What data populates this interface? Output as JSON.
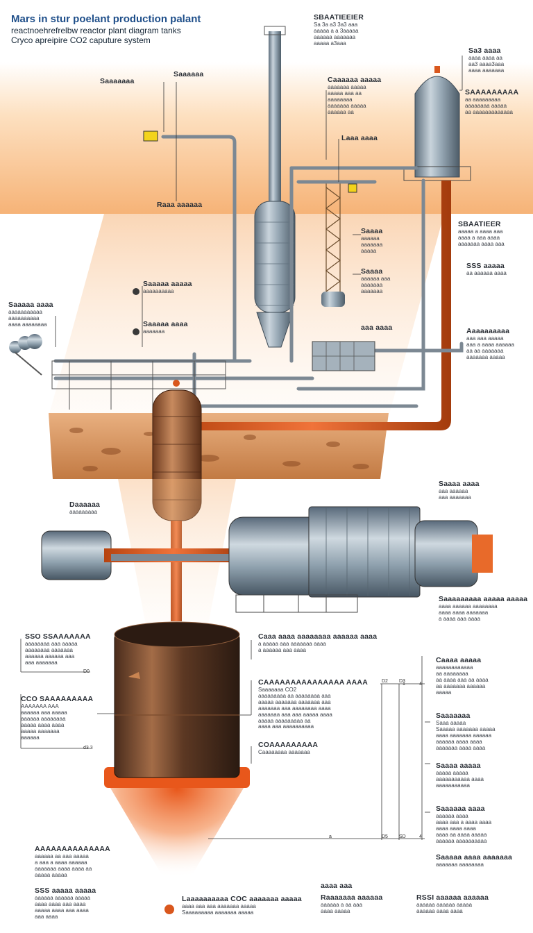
{
  "header": {
    "title": "Mars in stur poelant production palant",
    "subtitle": "reactnoehrefrelbw reactor plant diagram tanks",
    "subtitle2": "Cryco apreipire CO2 caputure system"
  },
  "labels": [
    {
      "id": "top-center",
      "heading": "SBAATIEEIER",
      "body": [
        "Sa 3a a3 3a3 aaa",
        "aaaaa a a 3aaaaa",
        "aaaaaa aaaaaaa",
        "aaaaa a3aaa"
      ]
    },
    {
      "id": "top-right",
      "heading": "Sa3 aaaa",
      "body": [
        "aaaa aaaa aa",
        "aa3 aaaa3aaa",
        "aaaa aaaaaaa"
      ]
    },
    {
      "id": "left-top",
      "heading": "Saaaaaaa",
      "body": []
    },
    {
      "id": "mid-top",
      "heading": "Saaaaaa",
      "body": []
    },
    {
      "id": "center-note",
      "heading": "Caaaaaa aaaaa",
      "body": [
        "aaaaaaa aaaaa",
        "aaaaa aaa aa",
        "aaaaaaaa",
        "aaaaaaa aaaaa",
        "aaaaaa aa"
      ]
    },
    {
      "id": "tank-right",
      "heading": "SAAAAAAAAA",
      "body": [
        "aa aaaaaaaaa",
        "aaaaaaaa aaaaa",
        "aa aaaaaaaaaaaaa"
      ]
    },
    {
      "id": "pipe-label",
      "heading": "Laaa aaaa",
      "body": []
    },
    {
      "id": "ground-label",
      "heading": "Raaa aaaaaa",
      "body": []
    },
    {
      "id": "right-mid",
      "heading": "SBAATIEER",
      "body": [
        "aaaaa a aaaa aaa",
        "aaaa a aaa aaaa",
        "aaaaaaa aaaa aaa"
      ]
    },
    {
      "id": "right-mid2",
      "heading": "SSS aaaaa",
      "body": [
        "aa aaaaaa aaaa"
      ]
    },
    {
      "id": "column-1",
      "heading": "Saaaa",
      "body": [
        "aaaaaa",
        "aaaaaaa",
        "aaaaa"
      ]
    },
    {
      "id": "column-2",
      "heading": "Saaaa",
      "body": [
        "aaaaaa aaa",
        "aaaaaaa",
        "aaaaaaa"
      ]
    },
    {
      "id": "left-side",
      "heading": "Saaaaa aaaa",
      "body": [
        "aaaaaaaaaaa",
        "aaaaaaaaaa",
        "aaaa aaaaaaaa"
      ]
    },
    {
      "id": "valve-1",
      "heading": "Saaaaa aaaaa",
      "body": [
        "aaaaaaaaaa"
      ]
    },
    {
      "id": "valve-2",
      "heading": "Saaaaa aaaa",
      "body": [
        "aaaaaaa"
      ]
    },
    {
      "id": "mid-right-unit",
      "heading": "aaa aaaa",
      "body": []
    },
    {
      "id": "right-lower",
      "heading": "Aaaaaaaaaa",
      "body": [
        "aaa aaa aaaaa",
        "aaa a aaaa aaaaaa",
        "aa aa aaaaaaa",
        "aaaaaaa aaaaa"
      ]
    },
    {
      "id": "tank-label",
      "heading": "Daaaaaa",
      "body": [
        "aaaaaaaaa"
      ]
    },
    {
      "id": "pump-right",
      "heading": "Saaaa aaaa",
      "body": [
        "aaa aaaaaa",
        "aaa aaaaaaa"
      ]
    },
    {
      "id": "pump-below",
      "heading": "Saaaaaaaaa aaaaa aaaaa",
      "body": [
        "aaaa aaaaaa aaaaaaaa",
        "aaaa aaaa aaaaaaa",
        "a aaaa aaa aaaa"
      ]
    },
    {
      "id": "bl-1",
      "heading": "SSO SSAAAAAAA",
      "body": [
        "aaaaaaaa aaa aaaaa",
        "aaaaaaaa aaaaaaa",
        "aaaaaa aaaaaa aaa",
        "aaa aaaaaaa"
      ]
    },
    {
      "id": "bl-2",
      "heading": "CCO SAAAAAAAAA",
      "body": [
        "AAAAAAA AAA",
        "aaaaaa aaa aaaaa",
        "aaaaaa aaaaaaaa",
        "aaaaa aaaa aaaa",
        "aaaaa aaaaaaa",
        "aaaaaa"
      ]
    },
    {
      "id": "bot-center-top",
      "heading": "Caaa aaaa aaaaaaaa aaaaaa aaaa",
      "body": [
        "a aaaaa aaa aaaaaaa aaaa",
        "a aaaaaa aaa aaaa"
      ]
    },
    {
      "id": "bot-center",
      "heading": "CAAAAAAAAAAAAAAA AAAA",
      "body": [
        "Saaaaaaa CO2",
        "aaaaaaaaa aa aaaaaaaa aaa",
        "aaaaa aaaaaaa aaaaaaa aaa",
        "aaaaaaa aaa aaaaaaaa aaaa",
        "aaaaaaa aaa aaa aaaaa aaaa",
        "aaaaa aaaaaaaaa aa",
        "aaaa aaa aaaaaaaaaa"
      ]
    },
    {
      "id": "bot-center-2",
      "heading": "COAAAAAAAAA",
      "body": [
        "Caaaaaaaa aaaaaaa"
      ]
    },
    {
      "id": "br-1",
      "heading": "Caaaa aaaaa",
      "body": [
        "aaaaaaaaaaaa",
        "aa aaaaaaaa",
        "aa aaaa aaa aa aaaa",
        "aa aaaaaaa aaaaaa",
        "aaaaa"
      ]
    },
    {
      "id": "br-2",
      "heading": "Saaaaaaa",
      "body": [
        "Saaa aaaaa",
        "Saaaaa aaaaaaa aaaaa",
        "aaaa aaaaaaa aaaaaa",
        "aaaaaa aaaa aaaa",
        "aaaaaaa aaaa aaaa"
      ]
    },
    {
      "id": "br-3",
      "heading": "Saaaa aaaaa",
      "body": [
        "aaaaa aaaaa",
        "aaaaaaaaaaa aaaa",
        "aaaaaaaaaaa"
      ]
    },
    {
      "id": "br-4",
      "heading": "Saaaaaa aaaa",
      "body": [
        "aaaaaa aaaa",
        "aaaa aaa a aaaa aaaa",
        "aaaa aaaa aaaa",
        "aaaa aa aaaa aaaaa",
        "aaaaaa aaaaaaaaaa"
      ]
    },
    {
      "id": "br-5",
      "heading": "Saaaaa aaaa aaaaaaa",
      "body": [
        "aaaaaaa aaaaaaaa"
      ]
    },
    {
      "id": "bottom-left",
      "heading": "AAAAAAAAAAAAAA",
      "body": [
        "aaaaaa aa aaa aaaaa",
        "a aaa a aaaa aaaaaa",
        "aaaaaaa aaaa aaaa aa",
        "aaaaa aaaaa"
      ]
    },
    {
      "id": "bottom-left-2",
      "heading": "SSS aaaaa aaaaa",
      "body": [
        "aaaaaa aaaaaa aaaaa",
        "aaaa aaaa aaa aaaa",
        "aaaaa aaaa aaa aaaa",
        "aaa aaaa"
      ]
    },
    {
      "id": "bottom-mid",
      "heading": "Laaaaaaaaaa COC aaaaaaa aaaaa",
      "body": [
        "aaaa aaa aaa aaaaaaa aaaaa",
        "Saaaaaaaaa aaaaaaa aaaaa"
      ]
    },
    {
      "id": "bottom-mid-2",
      "heading": "Raaaaaaa aaaaaa",
      "body": [
        "aaaaaa a aa aaa",
        "aaaa aaaaa"
      ]
    },
    {
      "id": "bottom-right",
      "heading": "RSSI aaaaaa aaaaaa",
      "body": [
        "aaaaaa aaaaaa aaaaa",
        "aaaaaa aaaa aaaa"
      ]
    },
    {
      "id": "tick-small",
      "heading": "aaaa aaa",
      "body": []
    }
  ],
  "ticks": [
    "D2",
    "D3",
    "1",
    "4",
    "D0",
    "d3 3",
    "D5",
    "SD",
    "a",
    "4"
  ],
  "colors": {
    "sky": "#f7b97a",
    "rust": "#d9571d",
    "steel": "#7d8d9a",
    "ground": "#c98451"
  }
}
